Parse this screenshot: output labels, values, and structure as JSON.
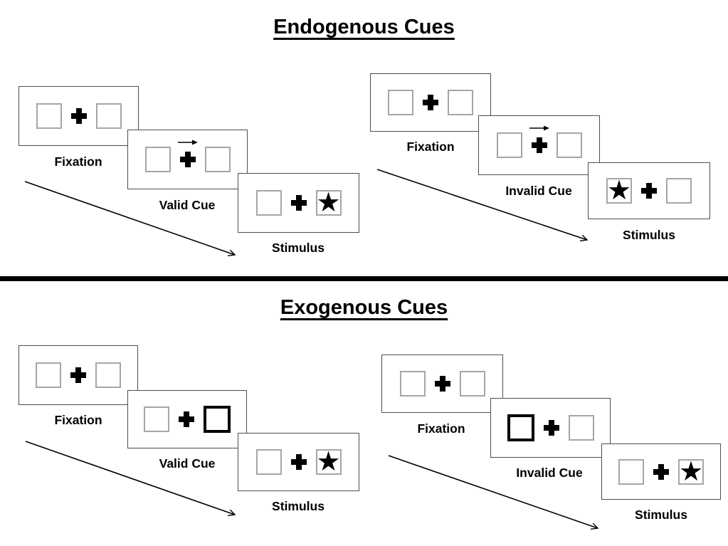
{
  "colors": {
    "background": "#ffffff",
    "ink": "#000000",
    "card_border": "#4d4d4d",
    "box_border": "#a6a6a6"
  },
  "glyphs": {
    "star": "★",
    "center_symbol": "plus-cross",
    "cue_arrow_direction": "right",
    "sequence_arrow_direction": "down-right"
  },
  "sections": [
    {
      "title": "Endogenous Cues",
      "panels": [
        {
          "name": "valid",
          "steps": [
            {
              "label": "Fixation",
              "left_box": "empty",
              "center": "plus",
              "right_box": "empty"
            },
            {
              "label": "Valid Cue",
              "left_box": "empty",
              "center": "plus-with-right-arrow",
              "right_box": "empty"
            },
            {
              "label": "Stimulus",
              "left_box": "empty",
              "center": "plus",
              "right_box": "star"
            }
          ]
        },
        {
          "name": "invalid",
          "steps": [
            {
              "label": "Fixation",
              "left_box": "empty",
              "center": "plus",
              "right_box": "empty"
            },
            {
              "label": "Invalid Cue",
              "left_box": "empty",
              "center": "plus-with-right-arrow",
              "right_box": "empty"
            },
            {
              "label": "Stimulus",
              "left_box": "star",
              "center": "plus",
              "right_box": "empty"
            }
          ]
        }
      ]
    },
    {
      "title": "Exogenous Cues",
      "panels": [
        {
          "name": "valid",
          "steps": [
            {
              "label": "Fixation",
              "left_box": "empty",
              "center": "plus",
              "right_box": "empty"
            },
            {
              "label": "Valid Cue",
              "left_box": "empty",
              "center": "plus",
              "right_box": "bold-outline"
            },
            {
              "label": "Stimulus",
              "left_box": "empty",
              "center": "plus",
              "right_box": "star"
            }
          ]
        },
        {
          "name": "invalid",
          "steps": [
            {
              "label": "Fixation",
              "left_box": "empty",
              "center": "plus",
              "right_box": "empty"
            },
            {
              "label": "Invalid Cue",
              "left_box": "bold-outline",
              "center": "plus",
              "right_box": "empty"
            },
            {
              "label": "Stimulus",
              "left_box": "empty",
              "center": "plus",
              "right_box": "star"
            }
          ]
        }
      ]
    }
  ]
}
